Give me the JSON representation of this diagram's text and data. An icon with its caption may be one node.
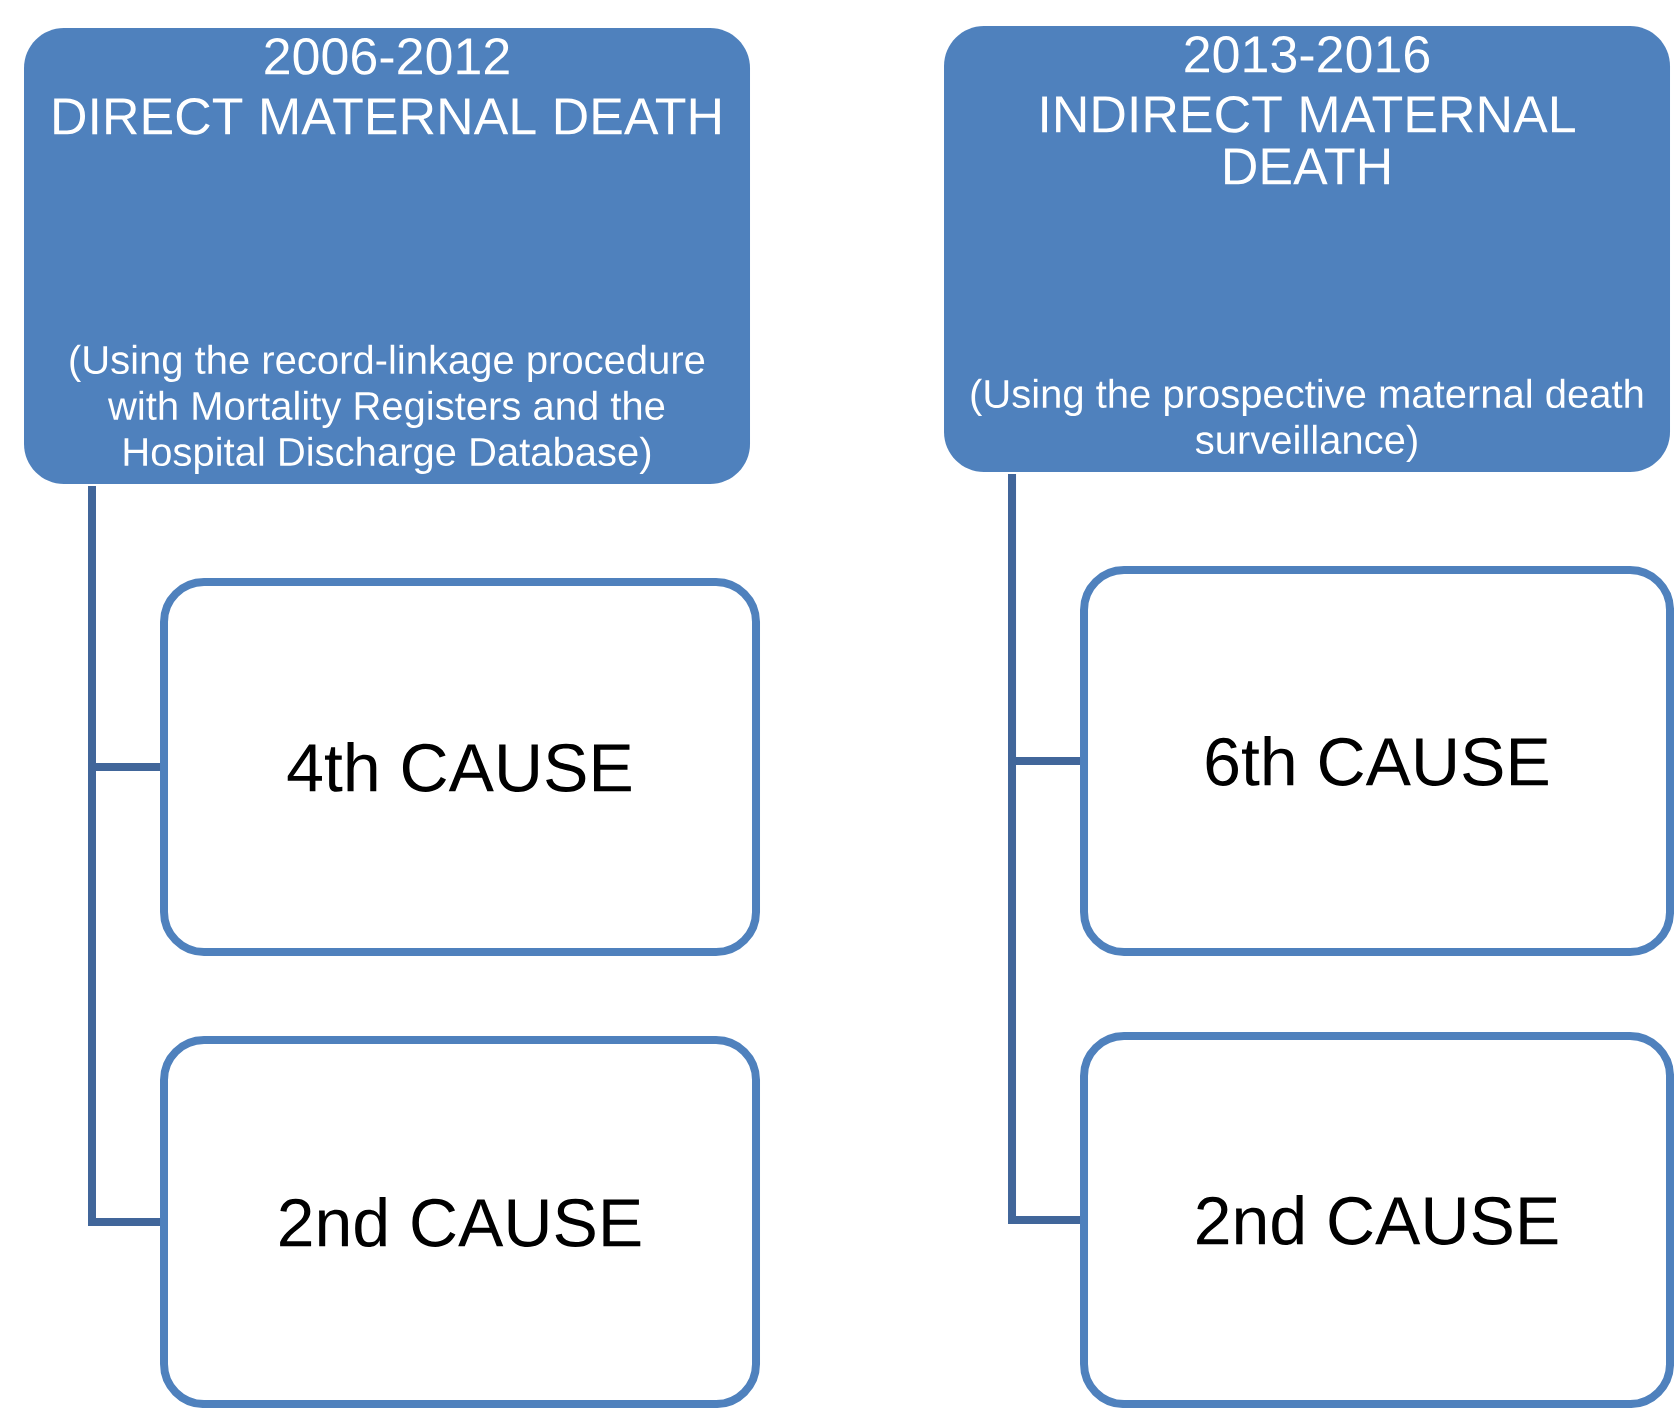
{
  "diagram": {
    "nodes": [
      {
        "text": [
          "2006-2012",
          "DIRECT MATERNAL DEATH",
          "(Using the record-linkage procedure with Mortality Registers and the Hospital Discharge Database)"
        ]
      },
      {
        "text": [
          "4th CAUSE"
        ]
      },
      {
        "text": [
          "2nd CAUSE"
        ]
      },
      {
        "text": [
          "2013-2016",
          "INDIRECT MATERNAL DEATH",
          "(Using the prospective maternal death surveillance)"
        ]
      },
      {
        "text": [
          "6th CAUSE"
        ]
      },
      {
        "text": [
          "2nd CAUSE"
        ]
      }
    ],
    "edges": [
      {
        "from": 0,
        "to": 1,
        "arrow": "none"
      },
      {
        "from": 0,
        "to": 2,
        "arrow": "none"
      },
      {
        "from": 3,
        "to": 4,
        "arrow": "none"
      },
      {
        "from": 3,
        "to": 5,
        "arrow": "none"
      }
    ]
  }
}
